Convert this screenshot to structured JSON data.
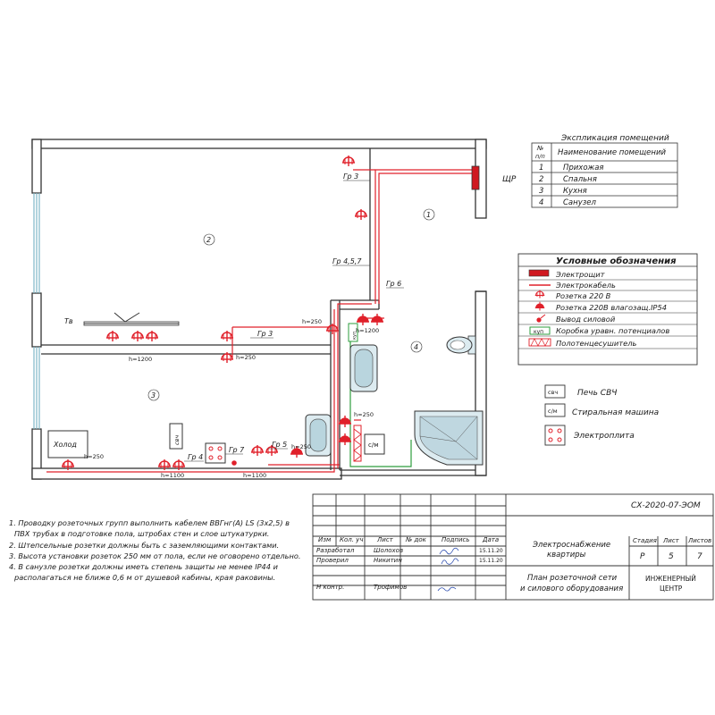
{
  "colors": {
    "cable": "#e0202a",
    "shield": "#d01820",
    "ground_wire": "#2e9e3e",
    "wall": "#333333",
    "window": "#7fb8c8"
  },
  "plan": {
    "rooms": [
      "1",
      "2",
      "3",
      "4"
    ],
    "groups": [
      "Гр 3",
      "Гр 4,5,7",
      "Гр 6",
      "Гр 3",
      "Гр 4",
      "Гр 5",
      "Гр 7"
    ],
    "heights": [
      "h=250",
      "h=1200",
      "h=1200",
      "h=250",
      "h=250",
      "h=250",
      "h=250",
      "h=1100",
      "h=1100"
    ],
    "shield_label": "ЩР",
    "tv_label": "Тв",
    "fridge_label": "Холод",
    "microwave_label": "свч",
    "washer_label": "с/м",
    "kup_label": "куп"
  },
  "explication": {
    "title": "Экспликация помещений",
    "col_num": "№ п/п",
    "col_name": "Наименование помещений",
    "rows": [
      {
        "num": "1",
        "name": "Прихожая"
      },
      {
        "num": "2",
        "name": "Спальня"
      },
      {
        "num": "3",
        "name": "Кухня"
      },
      {
        "num": "4",
        "name": "Санузел"
      }
    ]
  },
  "legend": {
    "title": "Условные обозначения",
    "items": [
      {
        "icon": "shield-icon",
        "label": "Электрощит"
      },
      {
        "icon": "cable-icon",
        "label": "Электрокабель"
      },
      {
        "icon": "socket-icon",
        "label": "Розетка 220 В"
      },
      {
        "icon": "socket-ip54-icon",
        "label": "Розетка 220В влагозащ.IP54"
      },
      {
        "icon": "power-outlet-icon",
        "label": "Вывод силовой"
      },
      {
        "icon": "kup-icon",
        "label": "Коробка уравн. потенциалов",
        "icon_text": "куп"
      },
      {
        "icon": "towel-warmer-icon",
        "label": "Полотенцесушитель"
      }
    ],
    "extra": [
      {
        "icon": "microwave-icon",
        "icon_text": "свч",
        "label": "Печь СВЧ"
      },
      {
        "icon": "washer-icon",
        "icon_text": "с/м",
        "label": "Стиральная машина"
      },
      {
        "icon": "stove-icon",
        "label": "Электроплита"
      }
    ]
  },
  "notes": [
    "1. Проводку розеточных групп выполнить кабелем ВВГнг(А) LS (3х2,5) в",
    "ПВХ трубах в подготовке пола, штробах стен и слое штукатурки.",
    "2. Штепсельные розетки должны быть с заземляющими контактами.",
    "3. Высота установки розеток 250 мм от пола, если не оговорено отдельно.",
    "4. В санузле розетки должны иметь степень защиты не менее IP44 и",
    "располагаться не ближе 0,6 м от душевой кабины, края раковины."
  ],
  "stamp": {
    "code": "СХ-2020-07-ЭОМ",
    "headers": [
      "Изм",
      "Кол. уч",
      "Лист",
      "№ док",
      "Подпись",
      "Дата"
    ],
    "people": [
      {
        "role": "Разработал",
        "name": "Шолохов",
        "date": "15.11.20"
      },
      {
        "role": "Проверил",
        "name": "Никитин",
        "date": "15.11.20"
      },
      {
        "role": "Н контр.",
        "name": "Трофимов",
        "date": ""
      }
    ],
    "project": "Электроснабжение квартиры",
    "project_lines": [
      "Электроснабжение",
      "квартиры"
    ],
    "stage_label": "Стадия",
    "sheet_label": "Лист",
    "sheets_label": "Листов",
    "stage": "Р",
    "sheet": "5",
    "sheets": "7",
    "drawing_lines": [
      "План розеточной сети",
      "и силового оборудования"
    ],
    "org_lines": [
      "ИНЖЕНЕРНЫЙ",
      "ЦЕНТР"
    ]
  }
}
